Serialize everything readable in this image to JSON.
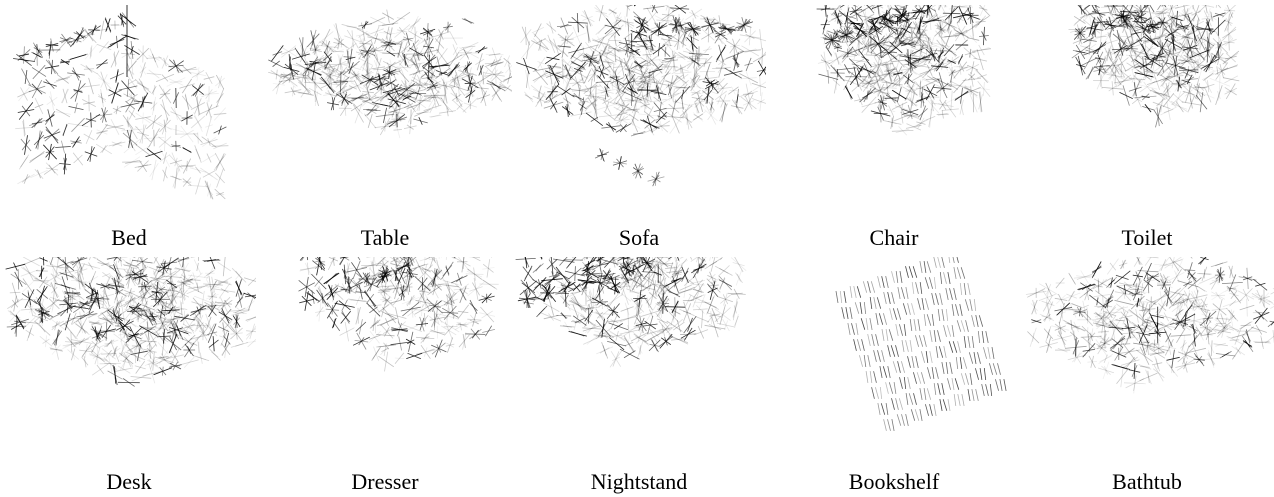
{
  "categories": [
    {
      "label": "Bed",
      "style": "grid",
      "seed": 11
    },
    {
      "label": "Table",
      "style": "table",
      "seed": 23
    },
    {
      "label": "Sofa",
      "style": "sofa",
      "seed": 37
    },
    {
      "label": "Chair",
      "style": "dense",
      "seed": 41
    },
    {
      "label": "Toilet",
      "style": "dense2",
      "seed": 53
    },
    {
      "label": "Desk",
      "style": "desk",
      "seed": 61
    },
    {
      "label": "Dresser",
      "style": "box",
      "seed": 73
    },
    {
      "label": "Nightstand",
      "style": "box2",
      "seed": 89
    },
    {
      "label": "Bookshelf",
      "style": "shelf",
      "seed": 97
    },
    {
      "label": "Bathtub",
      "style": "tub",
      "seed": 103
    }
  ]
}
